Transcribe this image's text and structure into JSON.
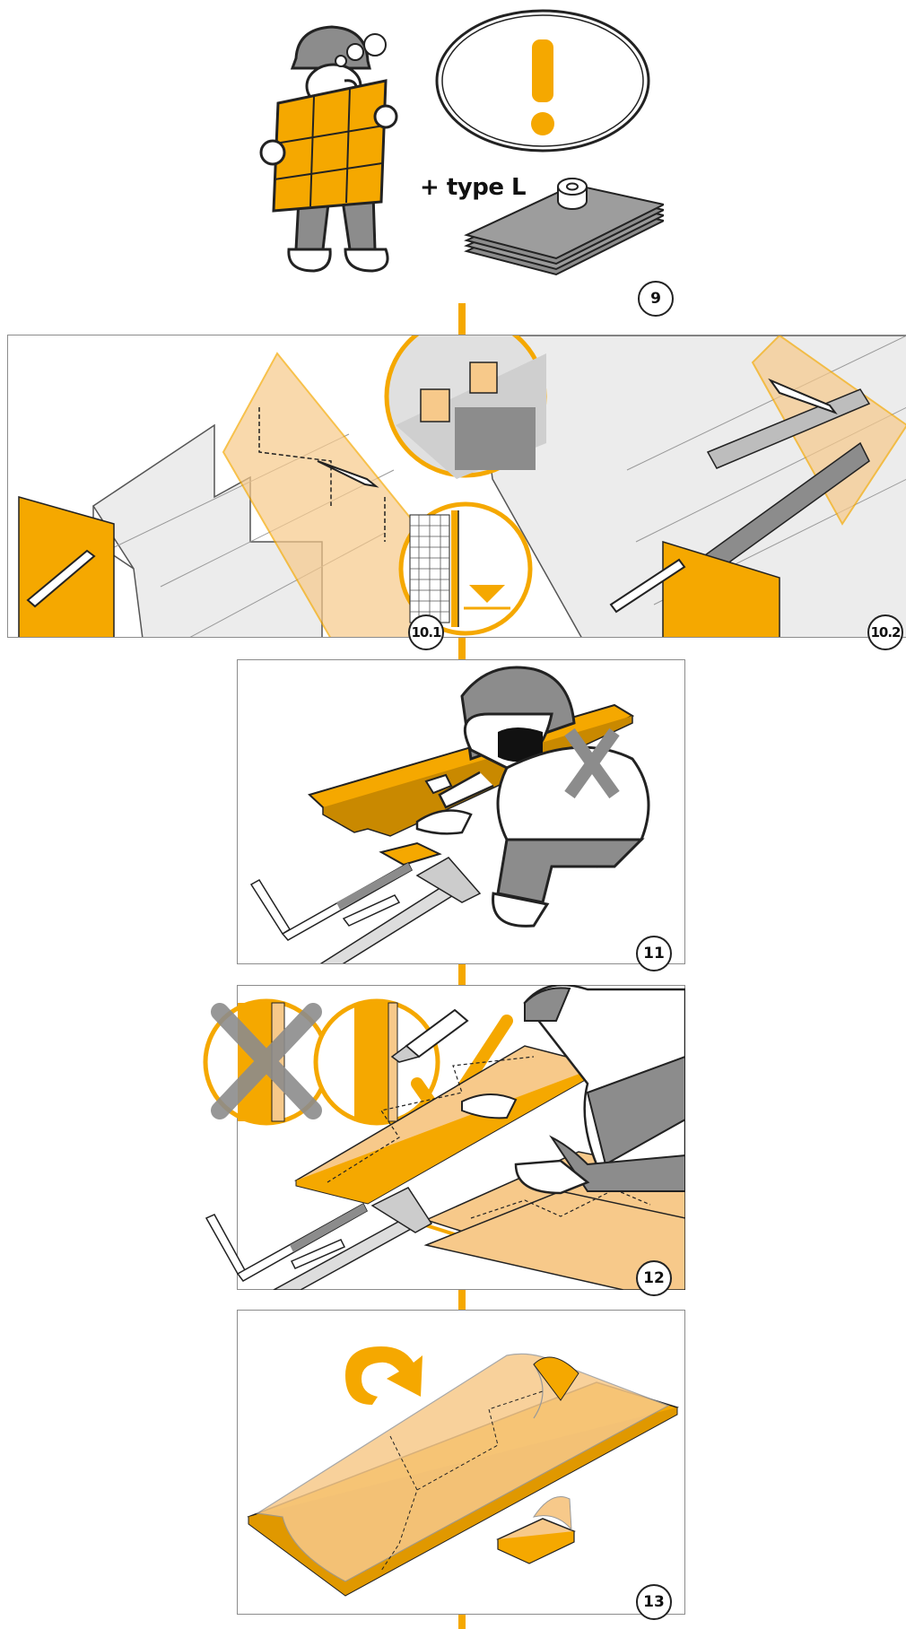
{
  "colors": {
    "accent": "#f5a800",
    "accent_light": "#f7c98a",
    "outline": "#222222",
    "gray": "#8c8c8c",
    "panel_border": "#8c8c8c"
  },
  "step9": {
    "badge": "9",
    "caption": "+ type L",
    "icons": [
      "worker-reading-plan-icon",
      "exclamation-bubble-icon",
      "board-stack-with-tape-icon"
    ]
  },
  "step10": {
    "badge_left": "10.1",
    "badge_right": "10.2",
    "icons": [
      "stair-template-left-icon",
      "stair-template-right-icon",
      "magnifier-detail-icon",
      "level-marker-icon"
    ]
  },
  "step11": {
    "badge": "11",
    "icons": [
      "worker-cutting-board-icon",
      "folding-ruler-icon",
      "pencil-icon",
      "square-tool-icon"
    ]
  },
  "step12": {
    "badge": "12",
    "icons": [
      "wrong-cut-icon",
      "correct-cut-icon",
      "cutter-knife-icon",
      "checkmark-icon"
    ]
  },
  "step13": {
    "badge": "13",
    "icons": [
      "rotate-arrow-icon",
      "peeling-film-board-icon",
      "small-block-icon"
    ]
  }
}
